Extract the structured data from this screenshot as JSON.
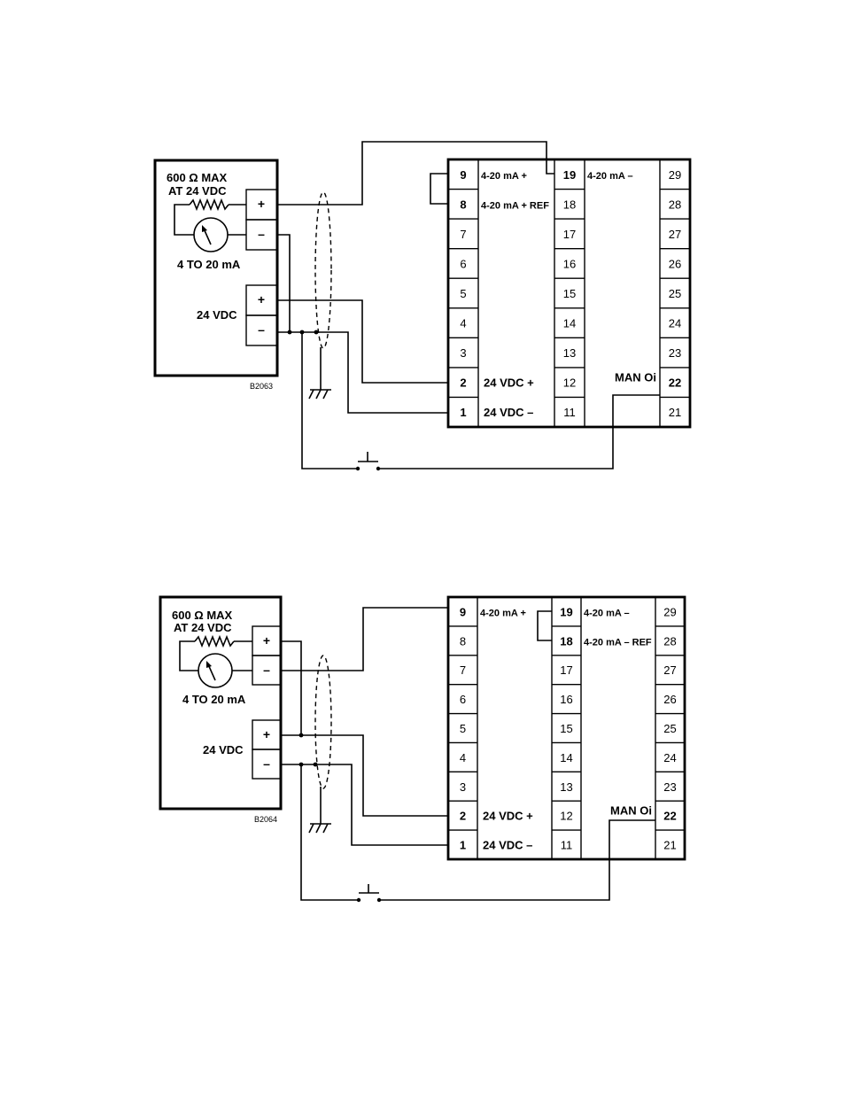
{
  "diagrams": [
    {
      "figure_id": "B2063",
      "device": {
        "resistor_label_1": "600 Ω MAX",
        "resistor_label_2": "AT 24 VDC",
        "meter_label": "4 TO 20 mA",
        "supply_label": "24 VDC",
        "terminals": [
          "+",
          "–",
          "+",
          "–"
        ]
      },
      "col_a": [
        "9",
        "8",
        "7",
        "6",
        "5",
        "4",
        "3",
        "2",
        "1"
      ],
      "col_a_labels": [
        "4-20 mA +",
        "4-20 mA + REF",
        "",
        "",
        "",
        "",
        "",
        "24 VDC +",
        "24 VDC –"
      ],
      "col_b": [
        "19",
        "18",
        "17",
        "16",
        "15",
        "14",
        "13",
        "12",
        "11"
      ],
      "col_b_labels": [
        "4-20 mA –",
        "",
        "",
        "",
        "",
        "",
        "",
        "MAN Oi",
        ""
      ],
      "col_c": [
        "29",
        "28",
        "27",
        "26",
        "25",
        "24",
        "23",
        "22",
        "21"
      ]
    },
    {
      "figure_id": "B2064",
      "device": {
        "resistor_label_1": "600 Ω MAX",
        "resistor_label_2": "AT 24 VDC",
        "meter_label": "4 TO 20 mA",
        "supply_label": "24 VDC",
        "terminals": [
          "+",
          "–",
          "+",
          "–"
        ]
      },
      "col_a": [
        "9",
        "8",
        "7",
        "6",
        "5",
        "4",
        "3",
        "2",
        "1"
      ],
      "col_a_labels": [
        "4-20 mA +",
        "",
        "",
        "",
        "",
        "",
        "",
        "24 VDC +",
        "24 VDC –"
      ],
      "col_b": [
        "19",
        "18",
        "17",
        "16",
        "15",
        "14",
        "13",
        "12",
        "11"
      ],
      "col_b_labels": [
        "4-20 mA –",
        "4-20 mA – REF",
        "",
        "",
        "",
        "",
        "",
        "MAN Oi",
        ""
      ],
      "col_c": [
        "29",
        "28",
        "27",
        "26",
        "25",
        "24",
        "23",
        "22",
        "21"
      ]
    }
  ]
}
